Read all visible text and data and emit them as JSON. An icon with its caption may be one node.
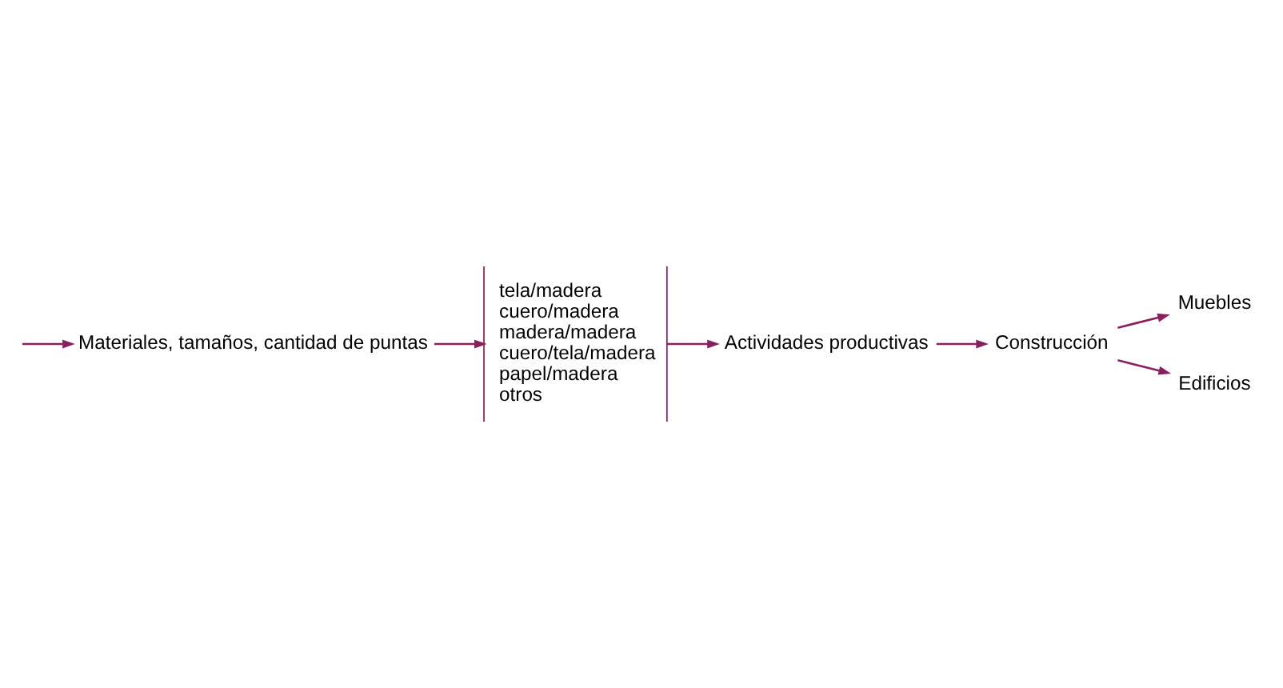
{
  "diagram": {
    "nodes": [
      {
        "text": [
          "Materiales, tamaños, cantidad de puntas"
        ]
      },
      {
        "text": [
          "tela/madera",
          "cuero/madera",
          "madera/madera",
          "cuero/tela/madera",
          "papel/madera",
          "otros"
        ]
      },
      {
        "text": [
          "Actividades productivas"
        ]
      },
      {
        "text": [
          "Construcción"
        ]
      },
      {
        "text": [
          "Muebles"
        ]
      },
      {
        "text": [
          "Edificios"
        ]
      }
    ],
    "edges": [
      {
        "from": null,
        "to": 0,
        "arrow": "to"
      },
      {
        "from": 0,
        "to": 1,
        "arrow": "to"
      },
      {
        "from": 1,
        "to": 2,
        "arrow": "to"
      },
      {
        "from": 2,
        "to": 3,
        "arrow": "to"
      },
      {
        "from": 3,
        "to": 4,
        "arrow": "to"
      },
      {
        "from": 3,
        "to": 5,
        "arrow": "to"
      }
    ]
  }
}
